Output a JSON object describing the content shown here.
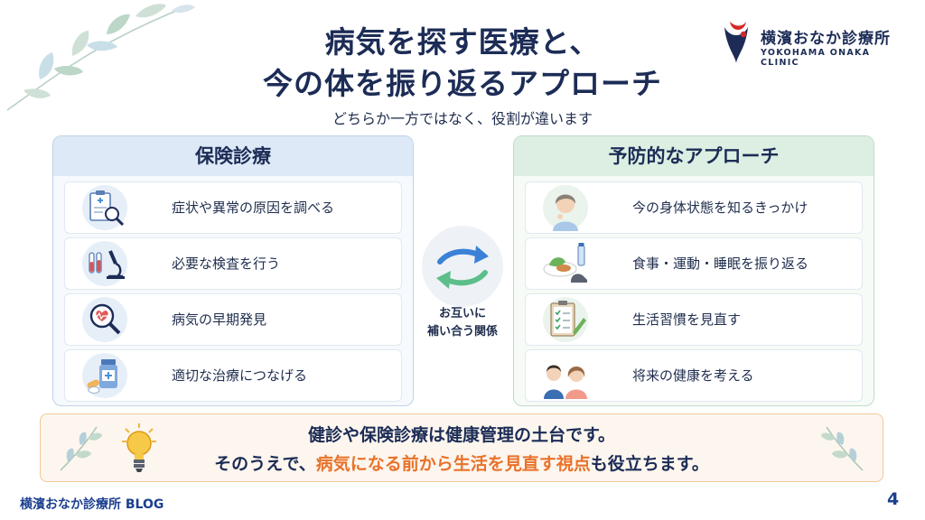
{
  "title": {
    "line1": "病気を探す医療と、",
    "line2": "今の体を振り返るアプローチ",
    "subtitle": "どちらか一方ではなく、役割が違います"
  },
  "logo": {
    "name_jp": "横濱おなか診療所",
    "name_en": "YOKOHAMA ONAKA CLINIC"
  },
  "left_panel": {
    "heading": "保険診療",
    "items": [
      {
        "label": "症状や異常の原因を調べる",
        "icon": "clipboard-magnifier-icon"
      },
      {
        "label": "必要な検査を行う",
        "icon": "test-tubes-microscope-icon"
      },
      {
        "label": "病気の早期発見",
        "icon": "heart-magnifier-icon"
      },
      {
        "label": "適切な治療につなげる",
        "icon": "medicine-bottle-pills-icon"
      }
    ]
  },
  "center": {
    "line1": "お互いに",
    "line2": "補い合う関係"
  },
  "right_panel": {
    "heading": "予防的なアプローチ",
    "items": [
      {
        "label": "今の身体状態を知るきっかけ",
        "icon": "thinking-woman-icon"
      },
      {
        "label": "食事・運動・睡眠を振り返る",
        "icon": "meal-water-sneaker-icon"
      },
      {
        "label": "生活習慣を見直す",
        "icon": "checklist-pencil-icon"
      },
      {
        "label": "将来の健康を考える",
        "icon": "couple-icon"
      }
    ]
  },
  "bottom": {
    "line1": "健診や保険診療は健康管理の土台です。",
    "line2_pre": "そのうえで、",
    "line2_highlight": "病気になる前から生活を見直す視点",
    "line2_post": "も役立ちます。"
  },
  "footer": {
    "brand": "横濱おなか診療所 BLOG",
    "page": "4"
  },
  "colors": {
    "navy": "#1c2c56",
    "highlight": "#e8722a",
    "left_accent": "#dde9f6",
    "right_accent": "#dcefe2",
    "footer_blue": "#1c3f8f"
  }
}
